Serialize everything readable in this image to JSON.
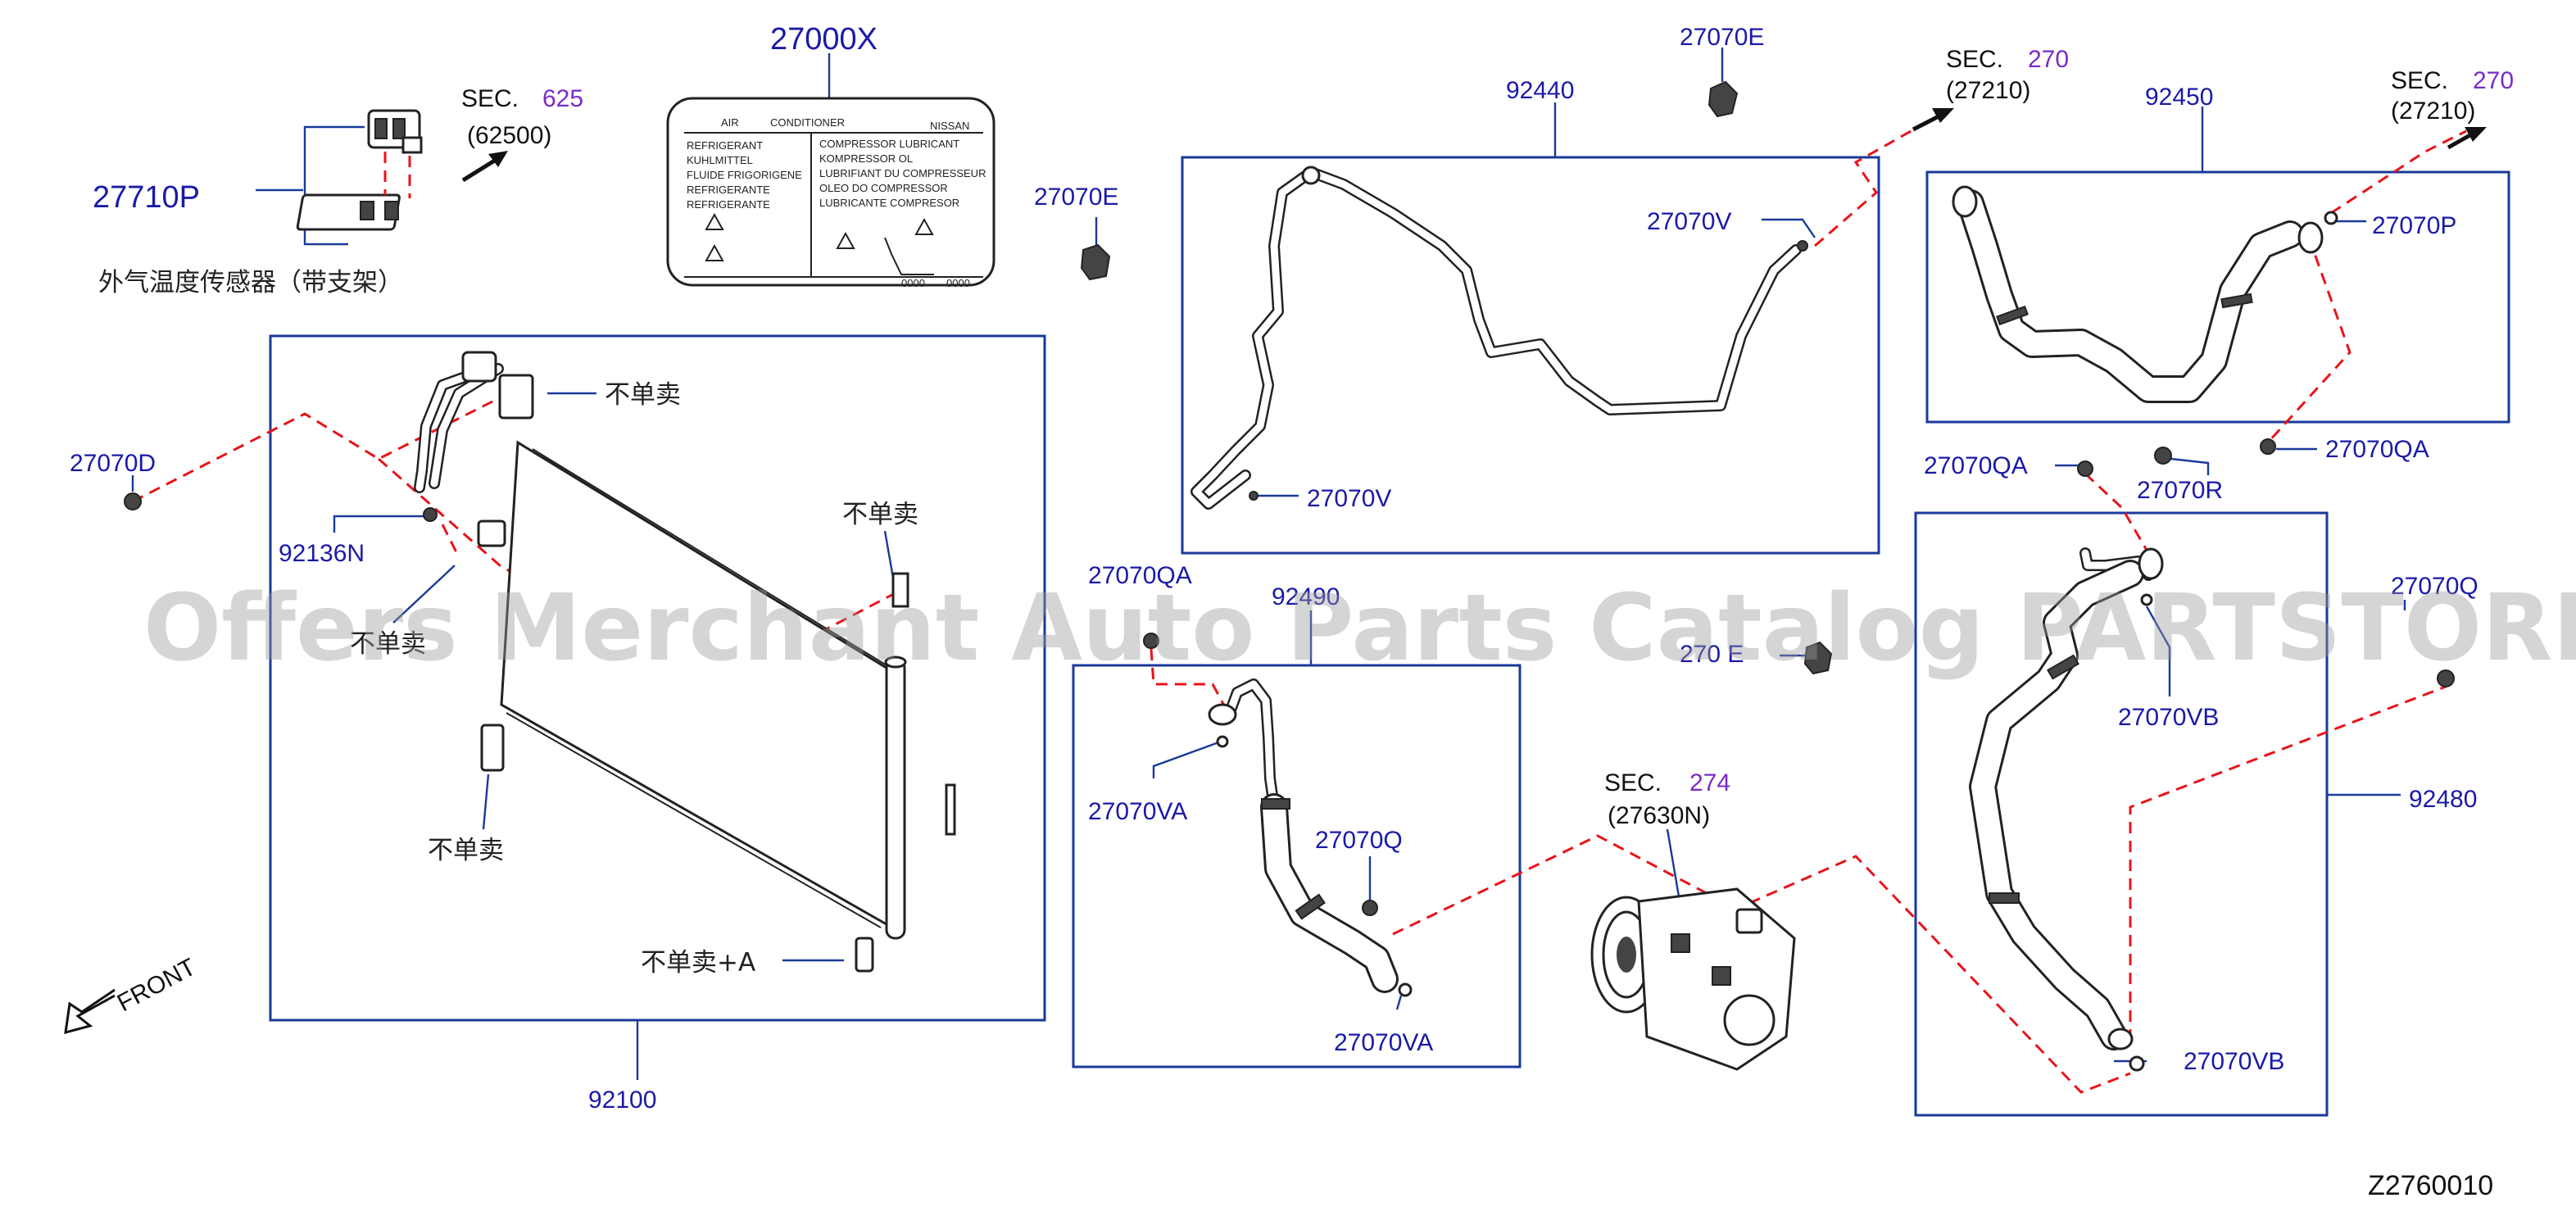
{
  "labels": {
    "p27710P": "27710P",
    "sensor_cn": "外气温度传感器（带支架）",
    "sec_a_word": "SEC.",
    "sec_a_num": "625",
    "sec_a_ref": "(62500)",
    "p27000X": "27000X",
    "ac_label": {
      "left_head": "AIR",
      "left_head2": "CONDITIONER",
      "brand": "NISSAN",
      "left_lines": [
        "REFRIGERANT",
        "KUHLMITTEL",
        "FLUIDE      FRIGORIGENE",
        "REFRIGERANTE",
        "REFRIGERANTE"
      ],
      "right_lines": [
        "COMPRESSOR      LUBRICANT",
        "KOMPRESSOR      OL",
        "LUBRIFIANT      DU      COMPRESSEUR",
        "OLEO      DO      COMPRESSOR",
        "LUBRICANTE      COMPRESOR"
      ],
      "nums": [
        "0000",
        "0000"
      ]
    },
    "p27070E_a": "27070E",
    "p27070E_b": "27070E",
    "p27070E_c": "270   E",
    "p92440": "92440",
    "p27070V_a": "27070V",
    "p27070V_b": "27070V",
    "sec_b_word": "SEC.",
    "sec_b_num": "270",
    "sec_b_ref": "(27210)",
    "p92450": "92450",
    "sec_c_word": "SEC.",
    "sec_c_num": "270",
    "sec_c_ref": "(27210)",
    "p27070P": "27070P",
    "p27070QA_a": "27070QA",
    "p27070QA_b": "27070QA",
    "p27070QA_c": "27070QA",
    "p27070R": "27070R",
    "p27070D": "27070D",
    "p92136N": "92136N",
    "ns_1": "不单卖",
    "ns_2": "不单卖",
    "ns_3": "不单卖",
    "ns_4": "不单卖",
    "ns_5": "不单卖+A",
    "p92100": "92100",
    "front": "FRONT",
    "p92490": "92490",
    "p27070VA_a": "27070VA",
    "p27070VA_b": "27070VA",
    "p27070Q_a": "27070Q",
    "p27070Q_b": "27070Q",
    "sec_d_word": "SEC.",
    "sec_d_num": "274",
    "sec_d_ref": "(27630N)",
    "p27070VB_a": "27070VB",
    "p27070VB_b": "27070VB",
    "p92480": "92480",
    "diagram_code": "Z2760010"
  },
  "watermark": "Offers Merchant Auto Parts Catalog PARTSTORE.SA",
  "colors": {
    "leader": "#1a3a9a",
    "dashed_route": "#e8141a",
    "part_number": "#1a1aa8",
    "section_number": "#7a2bc8"
  }
}
